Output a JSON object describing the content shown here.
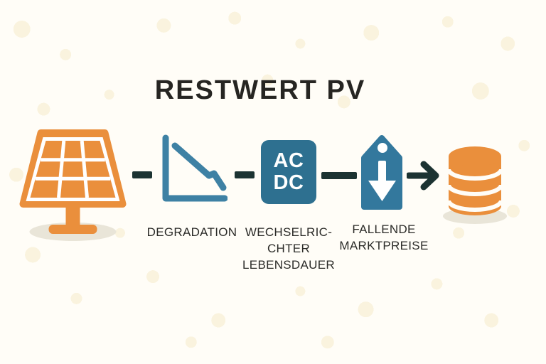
{
  "title": "RESTWERT PV",
  "colors": {
    "background": "#FFFDF7",
    "confetti": "#FAF3DE",
    "orange": "#EA8F3C",
    "chart_blue": "#3E81A4",
    "inverter_blue": "#2E7090",
    "tag_blue": "#33789D",
    "connector_dark": "#1C3332",
    "text_dark": "#2B2B28",
    "shadow_beige": "#E9E5D8"
  },
  "steps": {
    "pv_panel": {
      "icon": "solar-panel-icon"
    },
    "degradation": {
      "icon": "line-chart-down-icon",
      "label_lines": [
        "DEGRADATION"
      ]
    },
    "inverter": {
      "icon": "inverter-acdc-icon",
      "box_line1": "AC",
      "box_line2": "DC",
      "label_lines": [
        "WECHSELRIC-",
        "CHTER",
        "LEBENSDAUER"
      ]
    },
    "falling_prices": {
      "icon": "price-tag-down-icon",
      "label_lines": [
        "FALLENDE",
        "MARKTPREISE"
      ]
    },
    "residual_value": {
      "icon": "coin-stack-icon"
    }
  },
  "connectors": [
    "dash",
    "dash",
    "dash",
    "arrow"
  ]
}
